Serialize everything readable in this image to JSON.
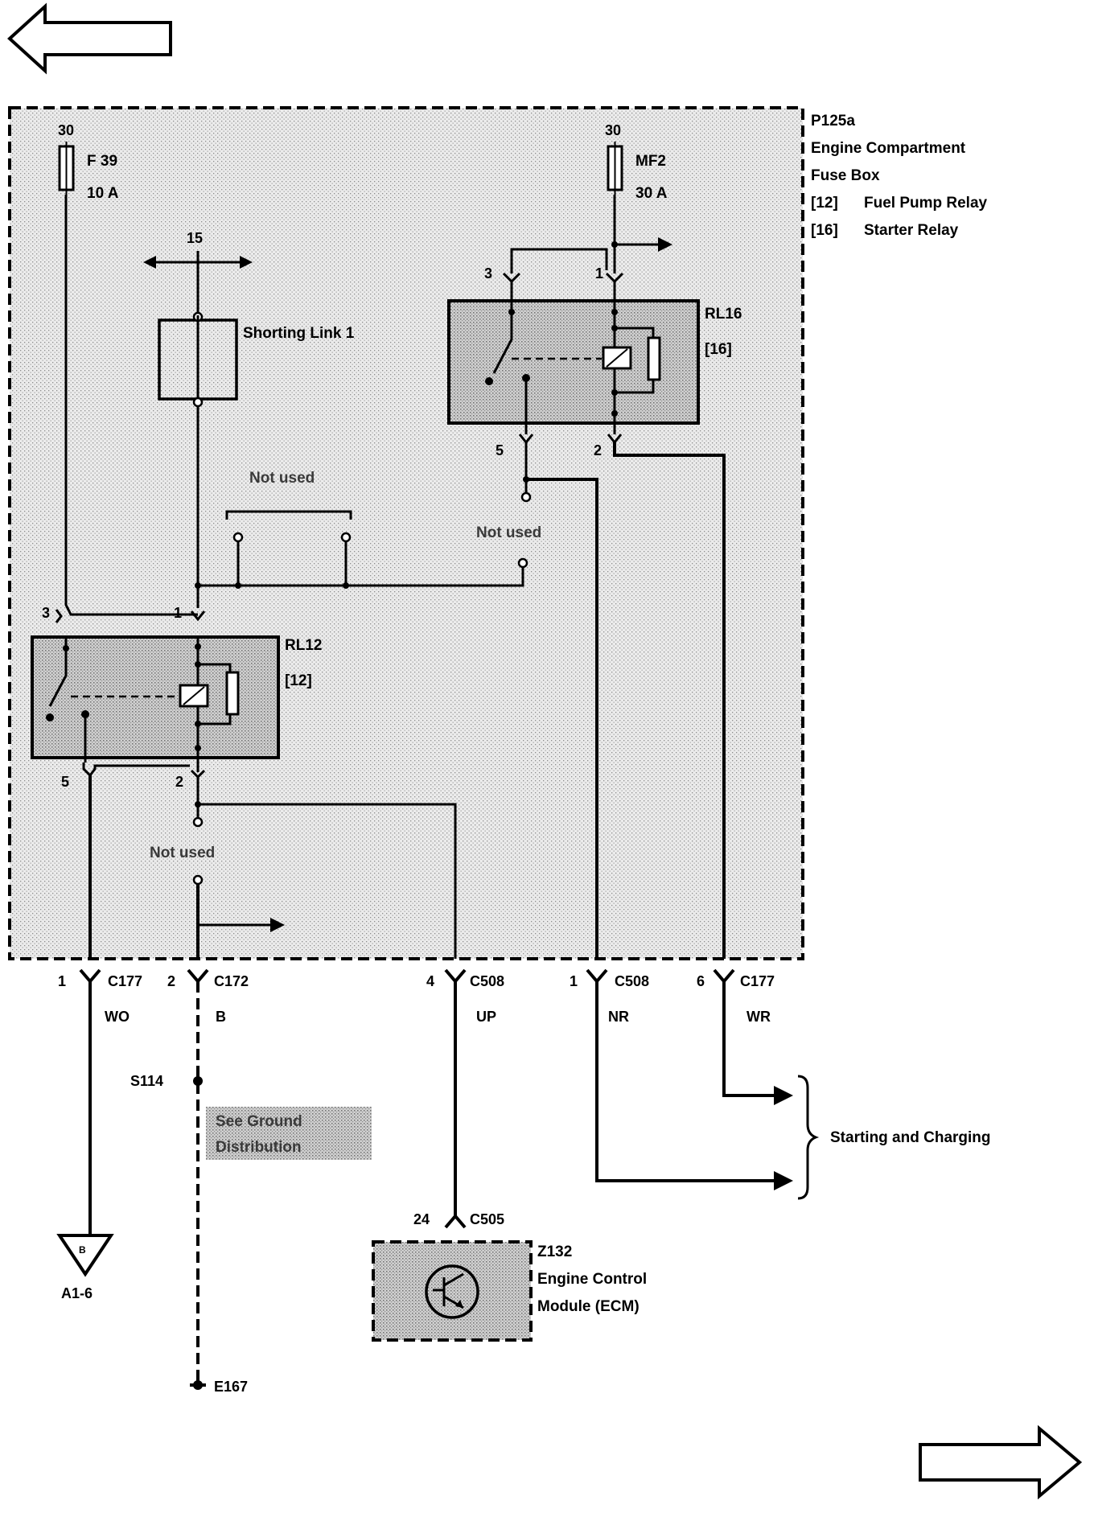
{
  "nav": {
    "back_arrow": "arrow-left-outline-icon",
    "forward_arrow": "arrow-right-outline-icon"
  },
  "fuse_box": {
    "id": "P125a",
    "name_line1": "Engine Compartment",
    "name_line2": "Fuse Box",
    "legend": [
      {
        "code": "[12]",
        "name": "Fuel Pump Relay"
      },
      {
        "code": "[16]",
        "name": "Starter Relay"
      }
    ]
  },
  "fuses": [
    {
      "terminal": "30",
      "name": "F 39",
      "rating": "10 A"
    },
    {
      "terminal": "30",
      "name": "MF2",
      "rating": "30 A"
    }
  ],
  "shorting_link": {
    "terminal": "15",
    "label": "Shorting Link 1"
  },
  "relays": [
    {
      "id": "RL16",
      "code": "[16]",
      "pin_a": "3",
      "pin_b": "1",
      "pin_c": "5",
      "pin_d": "2"
    },
    {
      "id": "RL12",
      "code": "[12]",
      "pin_a": "3",
      "pin_b": "1",
      "pin_c": "5",
      "pin_d": "2"
    }
  ],
  "not_used": [
    "Not used",
    "Not used",
    "Not used"
  ],
  "connectors": [
    {
      "pin": "1",
      "id": "C177",
      "wire": "WO"
    },
    {
      "pin": "2",
      "id": "C172",
      "wire": "B"
    },
    {
      "pin": "4",
      "id": "C508",
      "wire": "UP"
    },
    {
      "pin": "1",
      "id": "C508",
      "wire": "NR"
    },
    {
      "pin": "6",
      "id": "C177",
      "wire": "WR"
    }
  ],
  "splice": "S114",
  "ground_note_line1": "See Ground",
  "ground_note_line2": "Distribution",
  "ground": "E167",
  "offpage": {
    "letter": "B",
    "ref": "A1-6"
  },
  "destination": "Starting and Charging",
  "ecm": {
    "pin": "24",
    "connector": "C505",
    "id": "Z132",
    "name_line1": "Engine Control",
    "name_line2": "Module (ECM)"
  }
}
